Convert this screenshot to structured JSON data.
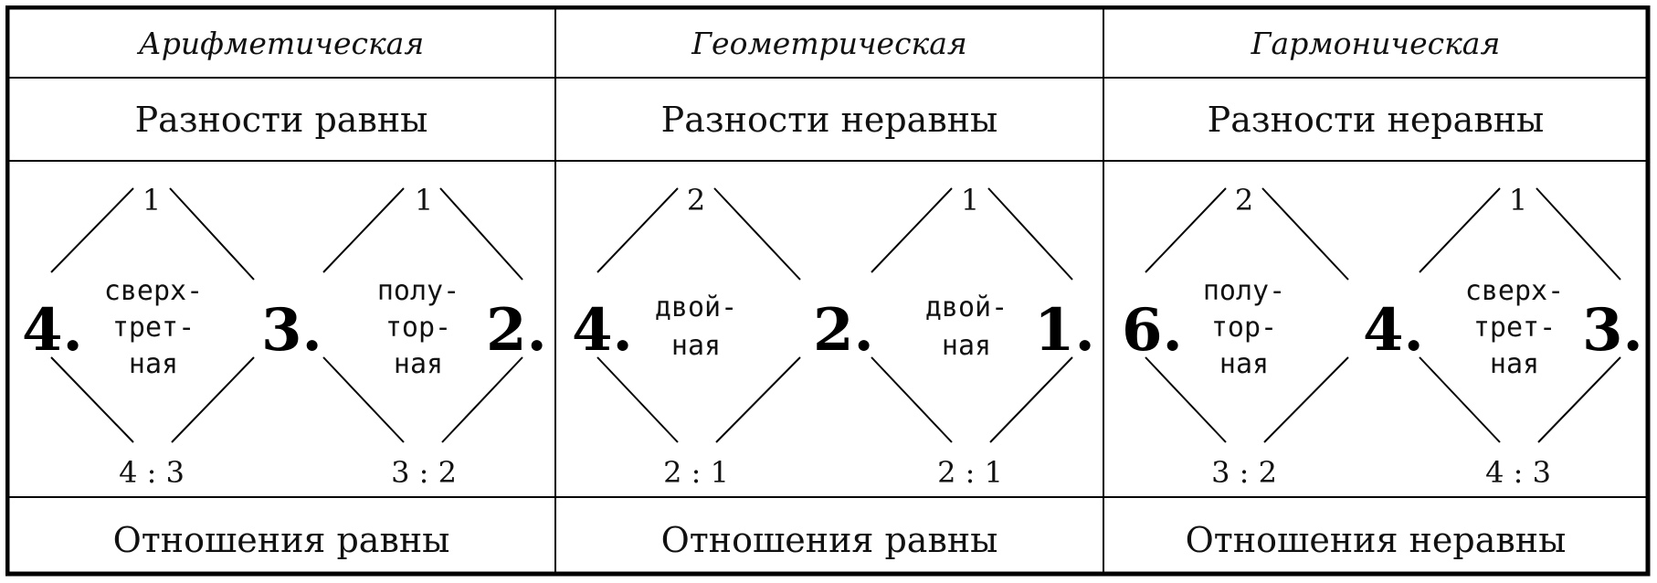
{
  "columns": [
    {
      "title": "Арифметическая",
      "differences": "Разности равны",
      "ratios_row": "Отношения равны",
      "terms": [
        "4.",
        "3.",
        "2."
      ],
      "top_numbers": [
        "1",
        "1"
      ],
      "ratios": [
        "4 : 3",
        "3 : 2"
      ],
      "interval_names": [
        [
          "сверх-",
          "трет-",
          "ная"
        ],
        [
          "полу-",
          "тор-",
          "ная"
        ]
      ]
    },
    {
      "title": "Геометрическая",
      "differences": "Разности неравны",
      "ratios_row": "Отношения равны",
      "terms": [
        "4.",
        "2.",
        "1."
      ],
      "top_numbers": [
        "2",
        "1"
      ],
      "ratios": [
        "2 : 1",
        "2 : 1"
      ],
      "interval_names": [
        [
          "двой-",
          "ная"
        ],
        [
          "двой-",
          "ная"
        ]
      ]
    },
    {
      "title": "Гармоническая",
      "differences": "Разности неравны",
      "ratios_row": "Отношения неравны",
      "terms": [
        "6.",
        "4.",
        "3."
      ],
      "top_numbers": [
        "2",
        "1"
      ],
      "ratios": [
        "3 : 2",
        "4 : 3"
      ],
      "interval_names": [
        [
          "полу-",
          "тор-",
          "ная"
        ],
        [
          "сверх-",
          "трет-",
          "ная"
        ]
      ]
    }
  ]
}
